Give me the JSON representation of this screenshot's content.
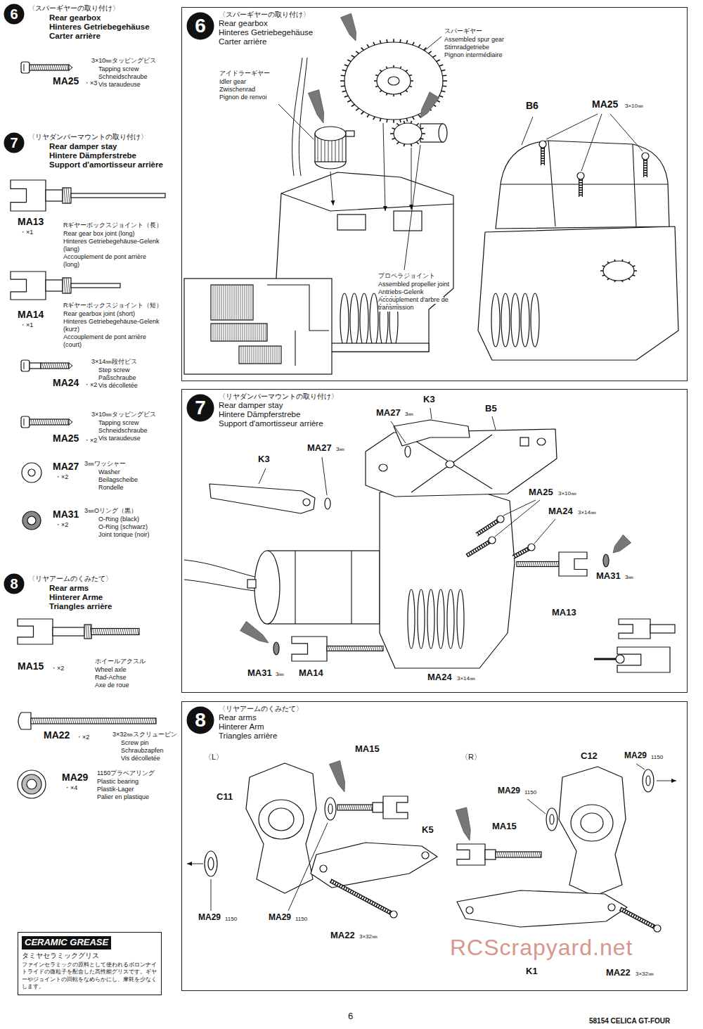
{
  "diagram": {
    "nodes": [
      {
        "text": [
          "6"
        ]
      },
      {
        "text": [
          "7"
        ]
      },
      {
        "text": [
          "8"
        ]
      },
      {
        "text": [
          "CERAMIC GREASE",
          "タミヤセラミックグリス",
          "ファインセラミックの原料として使われるボロンナイトライドの微粒子を配合した高性能グリスです。ギヤーやジョイントの回転をなめらかにし、摩耗を少なくします。"
        ]
      },
      {
        "text": [
          "〈スパーギヤーの取り付け〉",
          "Rear gearbox",
          "Hinteres Getriebegehäuse",
          "Carter arrière"
        ]
      },
      {
        "text": [
          "6"
        ],
        "in": 4
      },
      {
        "text": [
          "〈リヤダンパーマウントの取り付け〉",
          "Rear damper stay",
          "Hintere Dämpferstrebe",
          "Support d'amortisseur arrière"
        ]
      },
      {
        "text": [
          "7"
        ],
        "in": 6
      },
      {
        "text": [
          "〈リヤアームのくみたて〉",
          "Rear arms",
          "Hinterer Arm",
          "Triangles arrière"
        ]
      },
      {
        "text": [
          "8"
        ],
        "in": 8
      }
    ],
    "labels": [
      "〈スパーギヤーの取り付け〉",
      "Rear gearbox",
      "Hinteres Getriebegehäuse",
      "Carter arrière",
      "3×10㎜タッピングビス",
      "Tapping screw",
      "Schneidschraube",
      "Vis taraudeuse",
      "MA25",
      "・×3",
      "〈リヤダンパーマウントの取り付け〉",
      "Rear damper stay",
      "Hintere Dämpferstrebe",
      "Support d'amortisseur arrière",
      "MA13",
      "・×1",
      "Rギヤーボックスジョイント（長）",
      "Rear gear box joint (long)",
      "Hinteres Getriebegehäuse-Gelenk",
      "(lang)",
      "Accouplement de pont arrière",
      "(long)",
      "MA14",
      "・×1",
      "Rギヤーボックスジョイント（短）",
      "Rear gearbox joint (short)",
      "Hinteres Getriebegehäuse-Gelenk",
      "(kurz)",
      "Accouplement de pont arrière",
      "(court)",
      "3×14㎜段付ビス",
      "Step screw",
      "Paßschraube",
      "Vis décolletée",
      "MA24",
      "・×2",
      "3×10㎜タッピングビス",
      "Tapping screw",
      "Schneidschraube",
      "Vis taraudeuse",
      "MA25",
      "・×2",
      "MA27",
      "・×2",
      "3㎜ワッシャー",
      "Washer",
      "Beilagscheibe",
      "Rondelle",
      "MA31",
      "・×2",
      "3㎜Oリング（黒）",
      "O-Ring (black)",
      "O-Ring (schwarz)",
      "Joint torique (noir)",
      "〈リヤアームのくみたて〉",
      "Rear arms",
      "Hinterer Arme",
      "Triangles arrière",
      "MA15",
      "・×2",
      "ホイールアクスル",
      "Wheel axle",
      "Rad-Achse",
      "Axe de roue",
      "MA22",
      "・×2",
      "3×32㎜スクリューピン",
      "Screw pin",
      "Schraubzapfen",
      "Vis décolletée",
      "MA29",
      "・×4",
      "1150プラベアリング",
      "Plastic bearing",
      "Plastik-Lager",
      "Palier en plastique",
      "スパーギヤー",
      "Assembled spur gear",
      "Stirnradgetriebe",
      "Pignon intermédiaire",
      "アイドラーギヤー",
      "Idler gear",
      "Zwischenrad",
      "Pignon de renvoi",
      "B6",
      "MA25",
      "3×10㎜",
      "プロペラジョイント",
      "Assembled propeller joint",
      "Antriebs-Gelenk",
      "Accouplement d'arbre de",
      "transmission",
      "MA27",
      "3㎜",
      "K3",
      "B5",
      "K3",
      "MA27",
      "3㎜",
      "MA25",
      "3×10㎜",
      "MA24",
      "3×14㎜",
      "MA31",
      "3㎜",
      "MA13",
      "MA24",
      "3×14㎜",
      "MA31",
      "3㎜",
      "MA14",
      "〈L〉",
      "C11",
      "MA15",
      "K5",
      "MA29",
      "1150",
      "MA29",
      "1150",
      "MA22",
      "3×32㎜",
      "〈R〉",
      "C12",
      "MA29",
      "1150",
      "MA29",
      "1150",
      "MA15",
      "K1",
      "MA22",
      "3×32㎜",
      "6",
      "58154 CELICA GT-FOUR",
      "RCScrapyard.net"
    ]
  }
}
